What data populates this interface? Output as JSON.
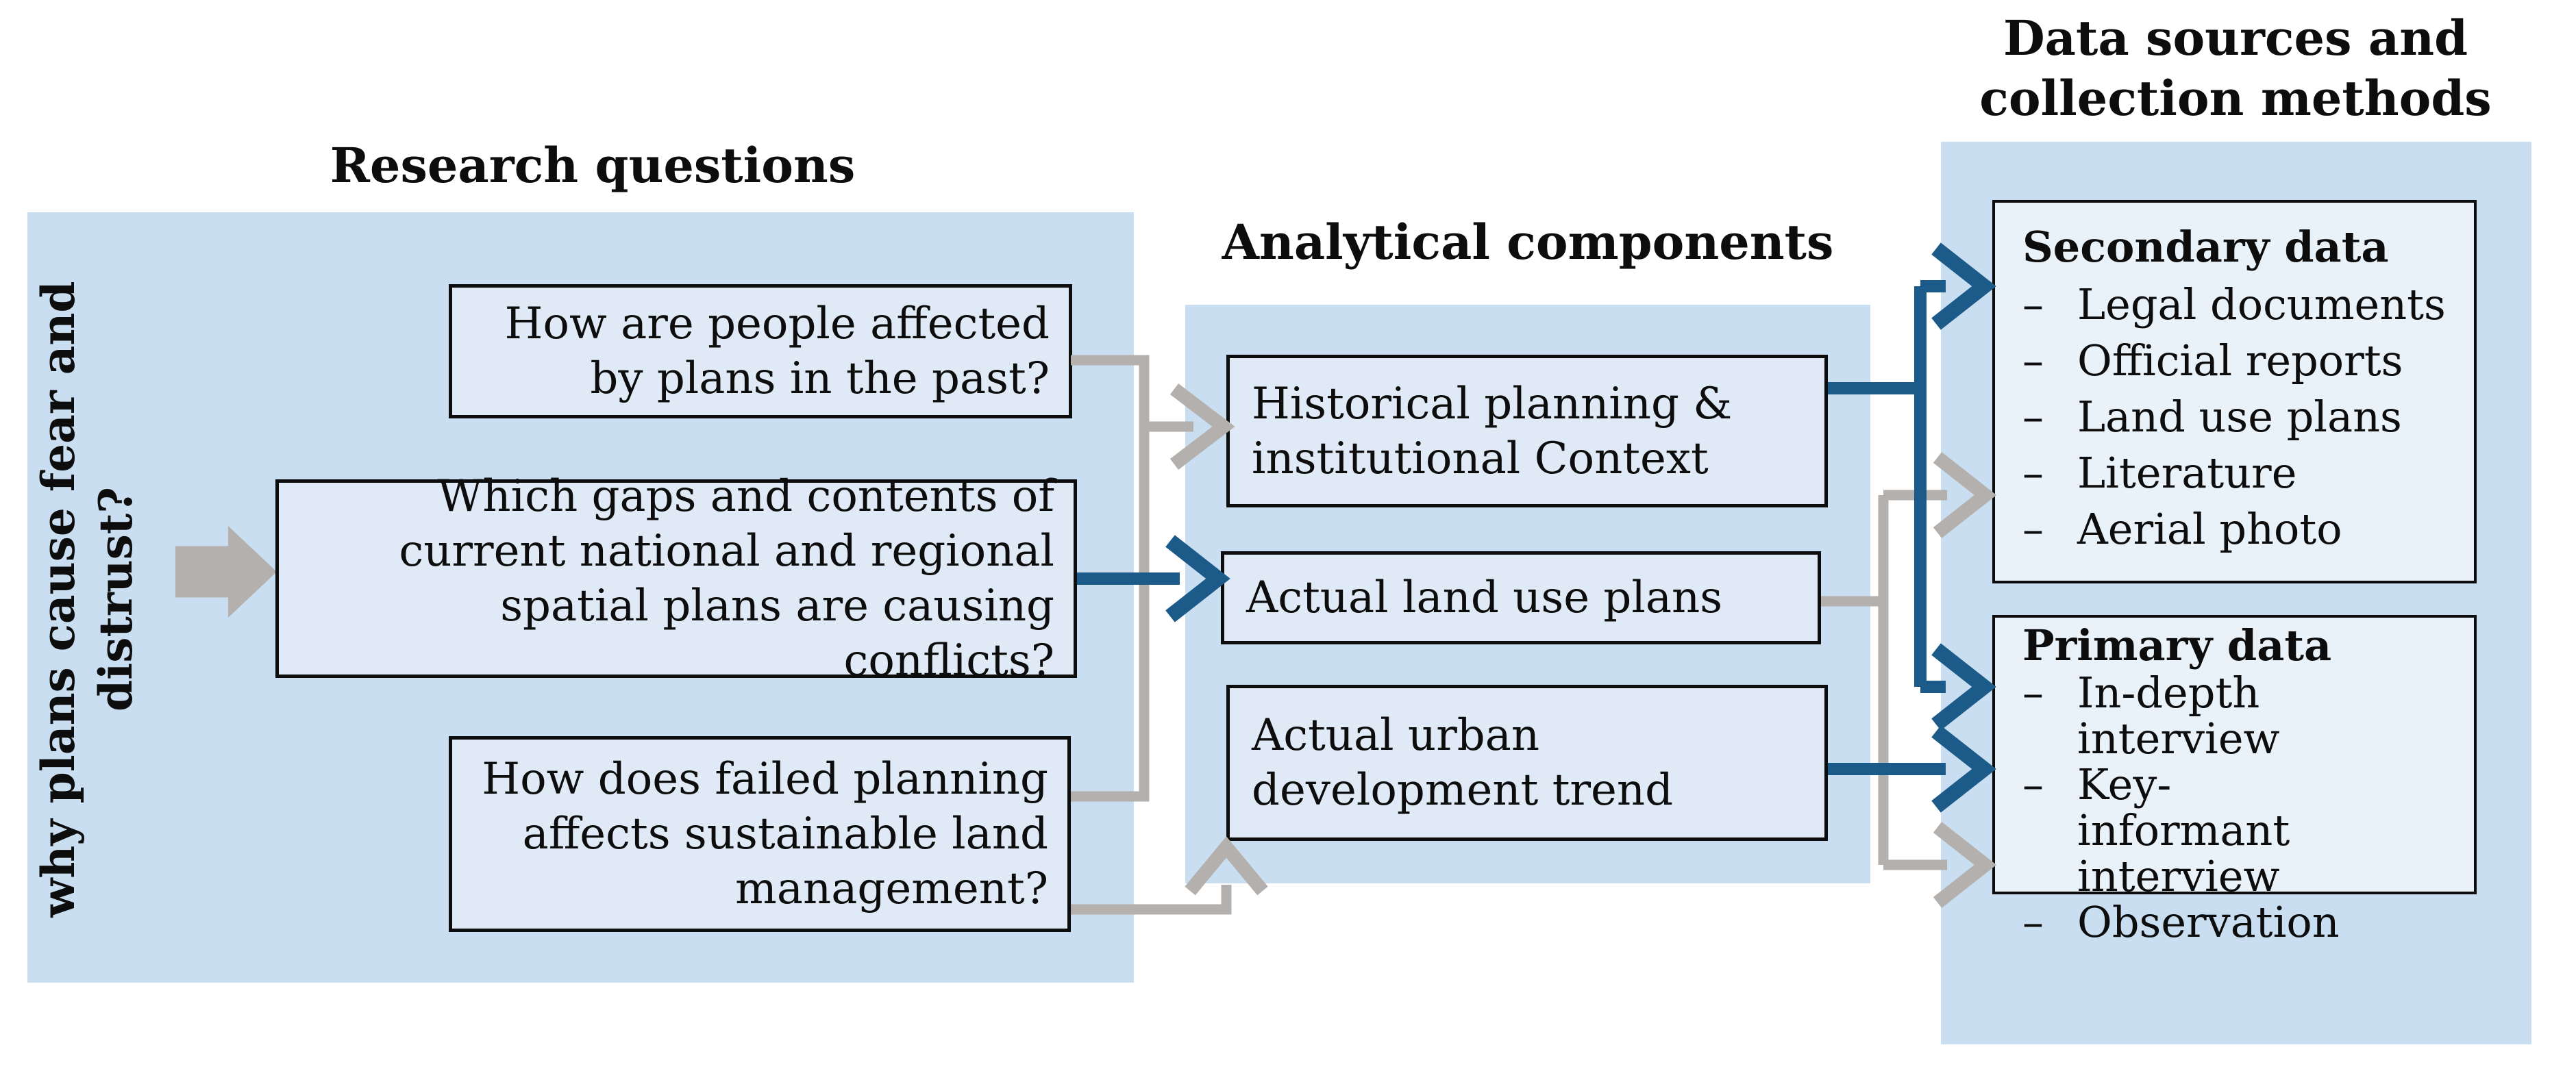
{
  "colors": {
    "panel_blue": "#c9def0",
    "box_fill": "#dfeaf6",
    "data_box_fill": "#e9f1f9",
    "arrow_blue": "#1b5a89",
    "arrow_gray": "#b4b0ad",
    "text": "#0d0d0d"
  },
  "side_question": {
    "line1": "why plans cause fear and",
    "line2": "distrust?"
  },
  "research": {
    "title": "Research questions",
    "q1": {
      "line1": "How are people affected",
      "line2": "by plans in the past?"
    },
    "q2": {
      "line1": "Which gaps and contents of",
      "line2": "current national and regional",
      "line3": "spatial plans are causing conflicts?"
    },
    "q3": {
      "line1": "How does failed planning",
      "line2": "affects sustainable land",
      "line3": "management?"
    }
  },
  "analytical": {
    "title": "Analytical components",
    "c1": {
      "line1": "Historical planning &",
      "line2": "institutional Context"
    },
    "c2": {
      "line1": "Actual land use plans"
    },
    "c3": {
      "line1": "Actual urban",
      "line2": "development trend"
    }
  },
  "data_sources": {
    "title_line1": "Data sources and",
    "title_line2": "collection methods",
    "secondary": {
      "heading": "Secondary data",
      "dash": "–",
      "items": [
        "Legal documents",
        "Official reports",
        "Land use plans",
        "Literature",
        "Aerial photo"
      ]
    },
    "primary": {
      "heading": "Primary data",
      "dash": "–",
      "items": [
        "In-depth interview",
        "Key-informant interview",
        "Observation"
      ]
    }
  }
}
